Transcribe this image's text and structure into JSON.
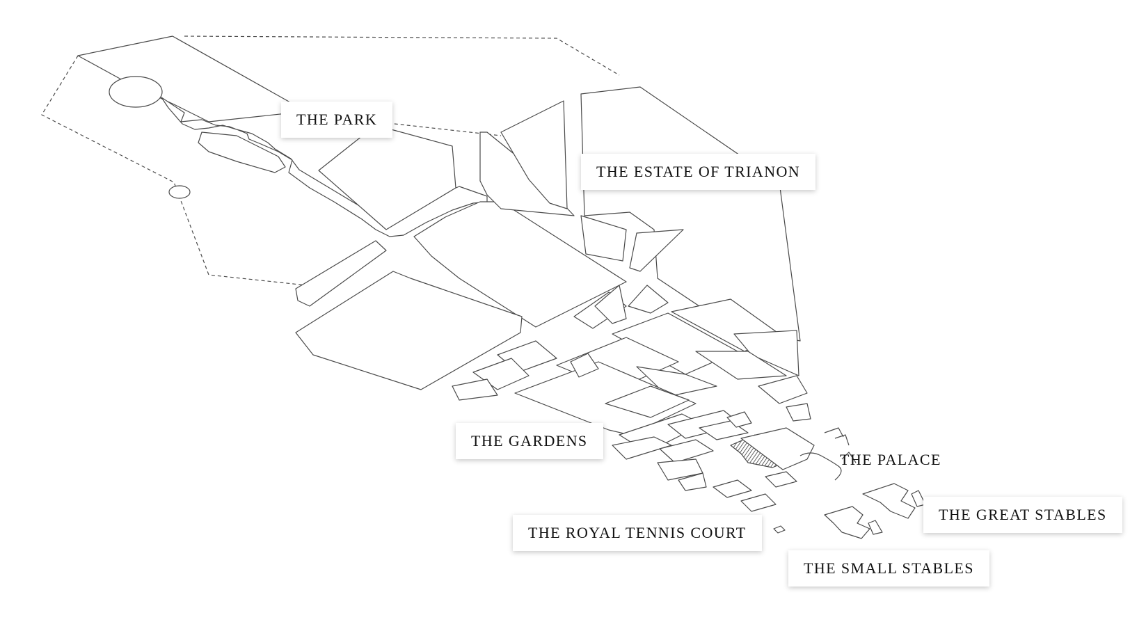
{
  "map": {
    "stroke_color": "#4a4a4a",
    "fill_color": "#ffffff",
    "palace_fill": "#3a3a3a"
  },
  "labels": {
    "park": "THE PARK",
    "trianon": "THE ESTATE OF TRIANON",
    "gardens": "THE GARDENS",
    "palace": "THE PALACE",
    "great_stables": "THE GREAT STABLES",
    "tennis_court": "THE ROYAL TENNIS COURT",
    "small_stables": "THE SMALL STABLES"
  }
}
